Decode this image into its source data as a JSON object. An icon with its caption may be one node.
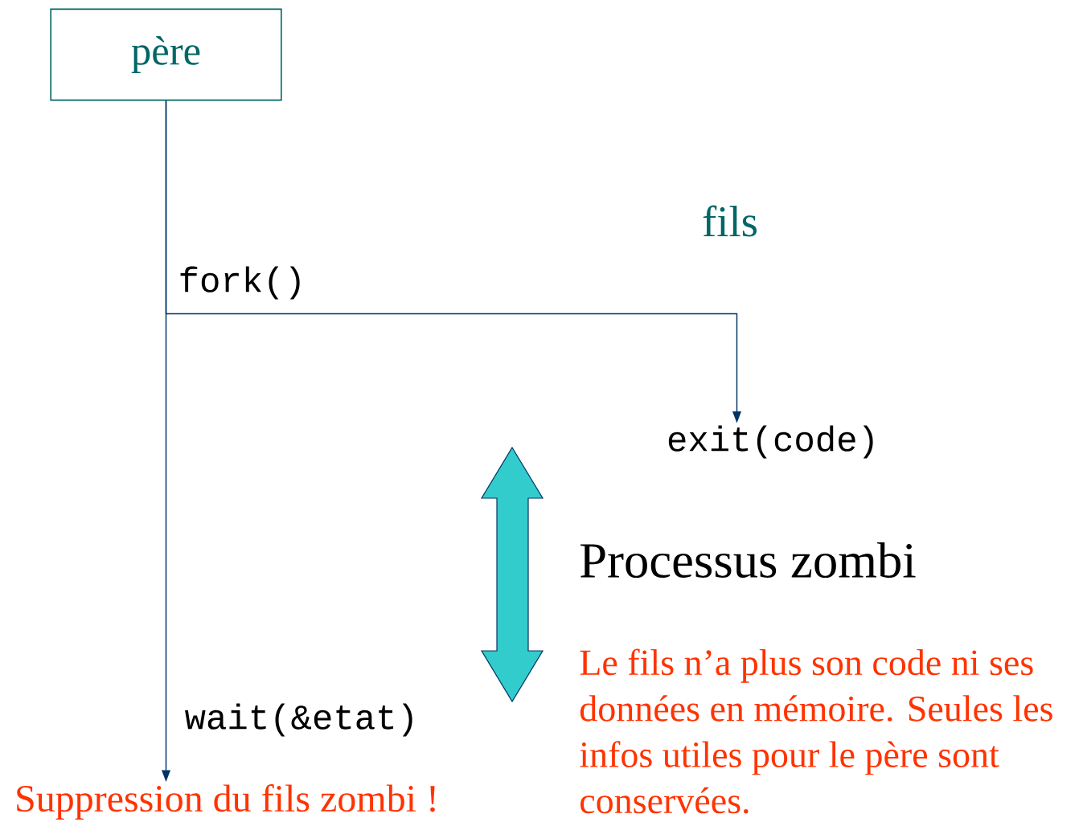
{
  "diagram": {
    "nodes": [
      {
        "text": [
          "père"
        ]
      },
      {
        "text": [
          "exit(code)"
        ]
      },
      {
        "text": [
          "Suppression du fils zombi !"
        ]
      }
    ],
    "edges": [
      {
        "from": 0,
        "to": 1,
        "arrow": "to",
        "label": "fork()"
      },
      {
        "from": 0,
        "to": 2,
        "arrow": "to",
        "label": "wait(&etat)"
      }
    ],
    "labels": [
      "fils",
      "Processus zombi",
      "Le fils n’a plus son code ni ses données en mémoire. Seules les infos utiles pour le père sont conservées."
    ]
  }
}
